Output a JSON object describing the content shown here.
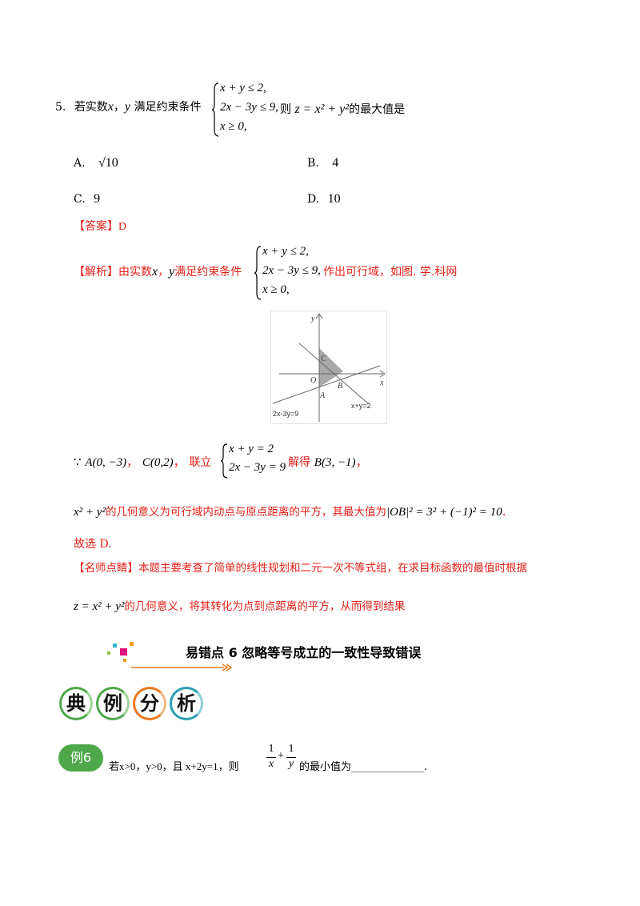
{
  "q5": {
    "num": "5.",
    "lead": "若实数",
    "var_x": "x",
    "sep": "，",
    "var_y": "y",
    "cond": "满足约束条件",
    "sys": [
      "x + y ≤ 2,",
      "2x − 3y ≤ 9,",
      "x ≥ 0,"
    ],
    "then": "则",
    "expr": "z = x² + y²",
    "tail": "的最大值是"
  },
  "options": {
    "a_label": "A.",
    "a_val": "√10",
    "b_label": "B.",
    "b_val": "4",
    "c_label": "C.",
    "c_val": "9",
    "d_label": "D.",
    "d_val": "10"
  },
  "answer": {
    "label": "【答案】",
    "value": "D"
  },
  "analysis": {
    "label": "【解析】",
    "lead": "由实数",
    "var_x": "x",
    "sep": "，",
    "var_y": "y",
    "cond": "满足约束条件",
    "sys": [
      "x + y ≤ 2,",
      "2x − 3y ≤ 9,",
      "x ≥ 0,"
    ],
    "tail": "作出可行域，如图. 学.科网"
  },
  "figure": {
    "y_label": "y",
    "x_label": "x",
    "o_label": "O",
    "a_label": "A",
    "b_label": "B",
    "c_label": "C",
    "line1_label": "2x-3y=9",
    "line2_label": "x+y=2"
  },
  "solution": {
    "because": "∵",
    "pa": "A(0, −3)",
    "comma1": "，",
    "pc": "C(0,2)",
    "comma2": "，",
    "join": "联立",
    "sys": [
      "x + y = 2",
      "2x − 3y = 9"
    ],
    "solve": "解得",
    "pb": "B(3, −1)",
    "comma3": "，",
    "meaning_expr": "x² + y²",
    "meaning_text": "的几何意义为可行域内动点与原点距离的平方，其最大值为",
    "max_expr": "|OB|² = 3² + (−1)² = 10",
    "dot": ".",
    "choose": "故选 D."
  },
  "comment": {
    "label": "【名师点睛】",
    "text1": "本题主要考查了简单的线性规划和二元一次不等式组，在求目标函数的最值时根据",
    "expr": "z = x² + y²",
    "text2": "的几何意义，将其转化为点到点距离的平方，从而得到结果"
  },
  "section": {
    "title": "易错点 6  忽略等号成立的一致性导致错误"
  },
  "banner": {
    "c1": "典",
    "c2": "例",
    "c3": "分",
    "c4": "析"
  },
  "example": {
    "badge": "例6",
    "text1": "若",
    "cond": "x>0，y>0，且 x+2y=1，则",
    "frac1_num": "1",
    "frac1_den": "x",
    "plus": "+",
    "frac2_num": "1",
    "frac2_den": "y",
    "text2": "的最小值为",
    "blank": "______________",
    "end": "."
  },
  "colors": {
    "red": "#e5201a",
    "green": "#4ea84a",
    "orange": "#e8791e",
    "teal": "#2a9fb0"
  }
}
